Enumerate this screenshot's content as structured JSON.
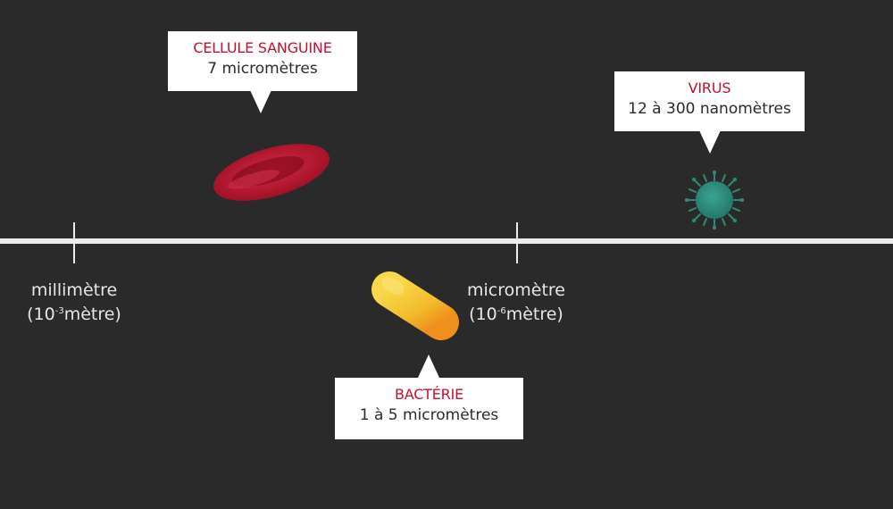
{
  "scale": {
    "left": {
      "name": "millimètre",
      "prefix": "(10",
      "exponent": "-3",
      "suffix": "mètre)"
    },
    "right": {
      "name": "micromètre",
      "prefix": "(10",
      "exponent": "-6",
      "suffix": "mètre)"
    }
  },
  "callouts": {
    "blood_cell": {
      "title": "CELLULE SANGUINE",
      "size": "7 micromètres"
    },
    "virus": {
      "title": "VIRUS",
      "size": "12 à 300 nanomètres"
    },
    "bacterium": {
      "title": "BACTÉRIE",
      "size": "1 à 5 micromètres"
    }
  },
  "colors": {
    "background": "#2a2a2a",
    "accent_title": "#c8102e",
    "blood_cell": "#b0152d",
    "bacterium": "#f2c230",
    "virus": "#2e8c7c"
  }
}
